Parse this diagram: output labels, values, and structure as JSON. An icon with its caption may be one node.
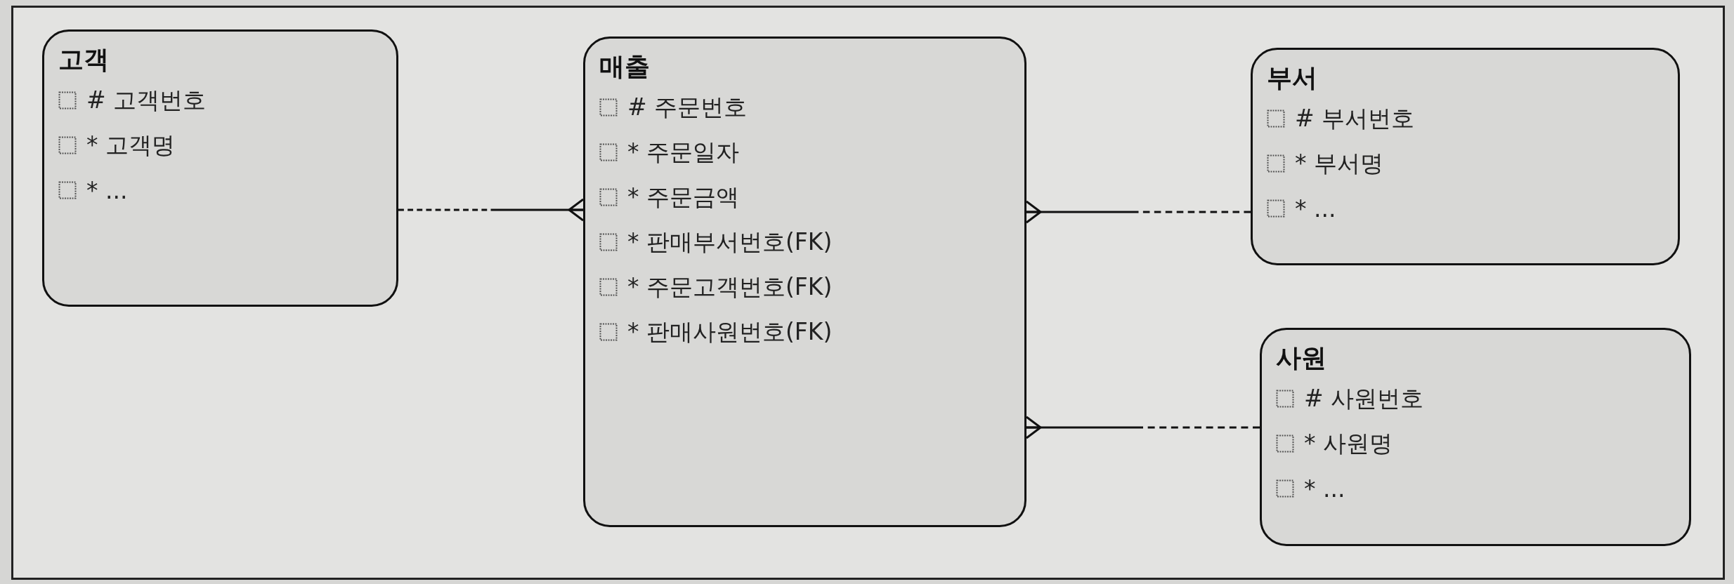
{
  "diagram": {
    "nodes": [
      {
        "text": [
          "고객",
          "# 고객번호",
          "* 고객명",
          "* ..."
        ]
      },
      {
        "text": [
          "매출",
          "# 주문번호",
          "* 주문일자",
          "* 주문금액",
          "* 판매부서번호(FK)",
          "* 주문고객번호(FK)",
          "* 판매사원번호(FK)"
        ]
      },
      {
        "text": [
          "부서",
          "# 부서번호",
          "* 부서명",
          "* ..."
        ]
      },
      {
        "text": [
          "사원",
          "# 사원번호",
          "* 사원명",
          "* ..."
        ]
      }
    ],
    "edges": [
      {
        "from": 0,
        "to": 1,
        "arrow": "other"
      },
      {
        "from": 2,
        "to": 1,
        "arrow": "other"
      },
      {
        "from": 3,
        "to": 1,
        "arrow": "other"
      }
    ]
  }
}
